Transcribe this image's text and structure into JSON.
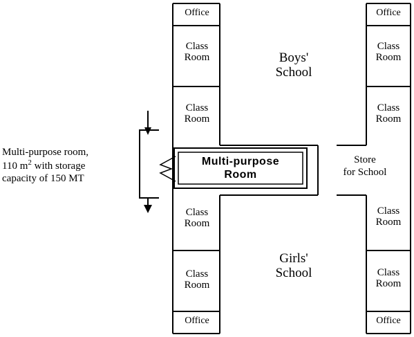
{
  "labels": {
    "office": "Office",
    "class": "Class",
    "room": "Room",
    "boys_1": "Boys'",
    "boys_2": "School",
    "girls_1": "Girls'",
    "girls_2": "School",
    "mp_1": "Multi-purpose",
    "mp_2": "Room",
    "store_1": "Store",
    "store_2": "for School"
  },
  "note": {
    "line1": "Multi-purpose room,",
    "line2a": "110 m",
    "line2sup": "2",
    "line2b": " with storage",
    "line3": "capacity of 150 MT"
  },
  "colors": {
    "line": "#000000",
    "background": "#ffffff"
  }
}
